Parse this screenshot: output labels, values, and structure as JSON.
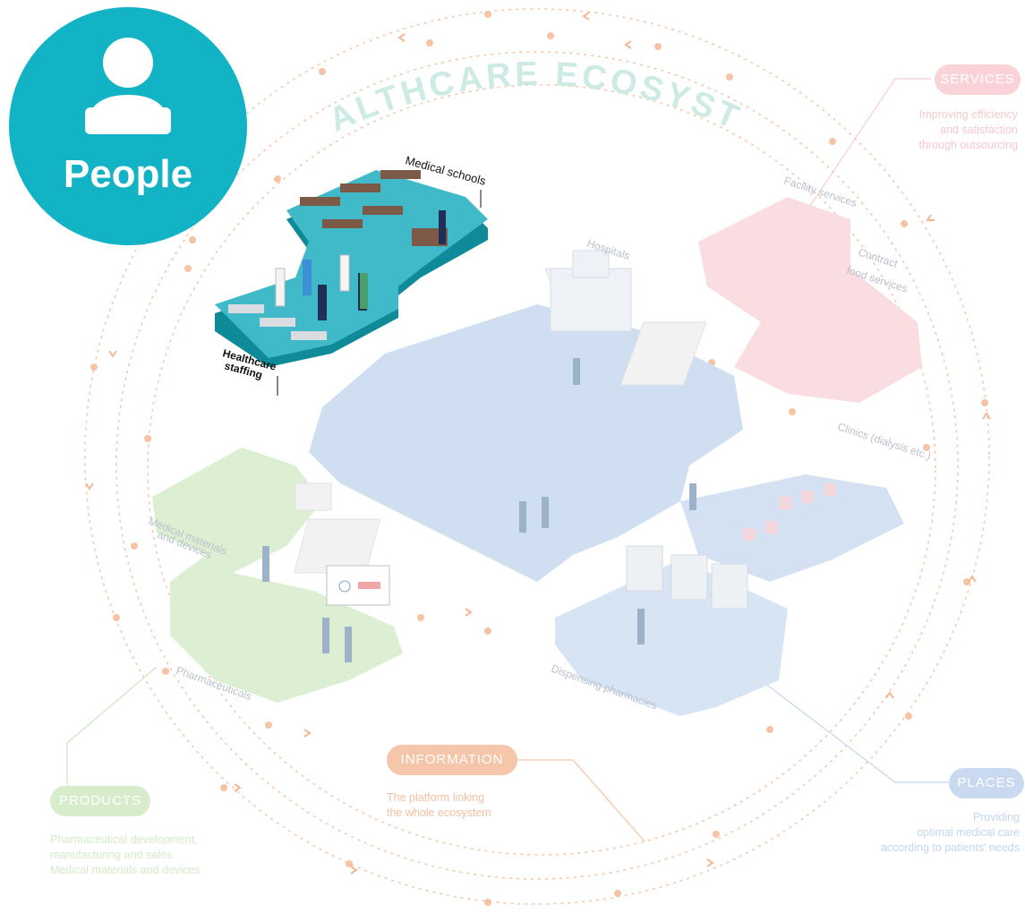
{
  "title": "HEALTHCARE ECOSYSTEM",
  "badge": {
    "label": "People",
    "color": "#13b3c6"
  },
  "sections": {
    "services": {
      "pill": "SERVICES",
      "lines": [
        "Improving efficiency",
        "and satisfaction",
        "through outsourcing"
      ],
      "color": "#f4a9b3"
    },
    "information": {
      "pill": "INFORMATION",
      "lines": [
        "The platform linking",
        "the whole ecosystem"
      ],
      "color": "#f29a6c"
    },
    "places": {
      "pill": "PLACES",
      "lines": [
        "Providing",
        "optimal medical care",
        "according to patients' needs"
      ],
      "color": "#9fbfe6"
    },
    "products": {
      "pill": "PRODUCTS",
      "lines": [
        "Pharmaceutical development,",
        "manufacturing and sales",
        "Medical materials and devices"
      ],
      "color": "#b7dca4"
    }
  },
  "areas": {
    "medical_schools": "Medical schools",
    "healthcare_staffing_1": "Healthcare",
    "healthcare_staffing_2": "staffing",
    "hospitals": "Hospitals",
    "facility_services": "Facility services",
    "contract_food_1": "Contract",
    "contract_food_2": "food services",
    "clinics": "Clinics (dialysis etc.)",
    "medical_materials_1": "Medical materials",
    "medical_materials_2": "and devices",
    "pharmaceuticals": "Pharmaceuticals",
    "dispensing_pharmacies": "Dispensing pharmacies"
  }
}
